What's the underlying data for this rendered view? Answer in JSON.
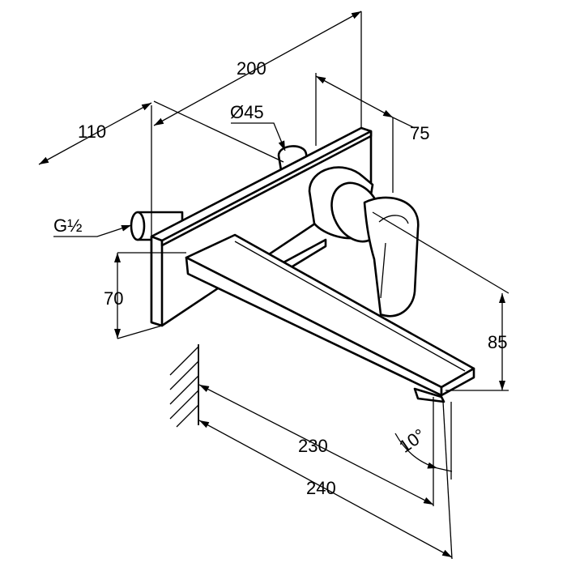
{
  "dimensions": {
    "overall_length": "200",
    "rosette_diameter": "Ø45",
    "handle_offset": "75",
    "pipe_length": "110",
    "thread": "G½",
    "spout_height": "70",
    "handle_height": "85",
    "spout_reach_inner": "230",
    "spout_reach_outer": "240",
    "spout_angle": "10°"
  }
}
